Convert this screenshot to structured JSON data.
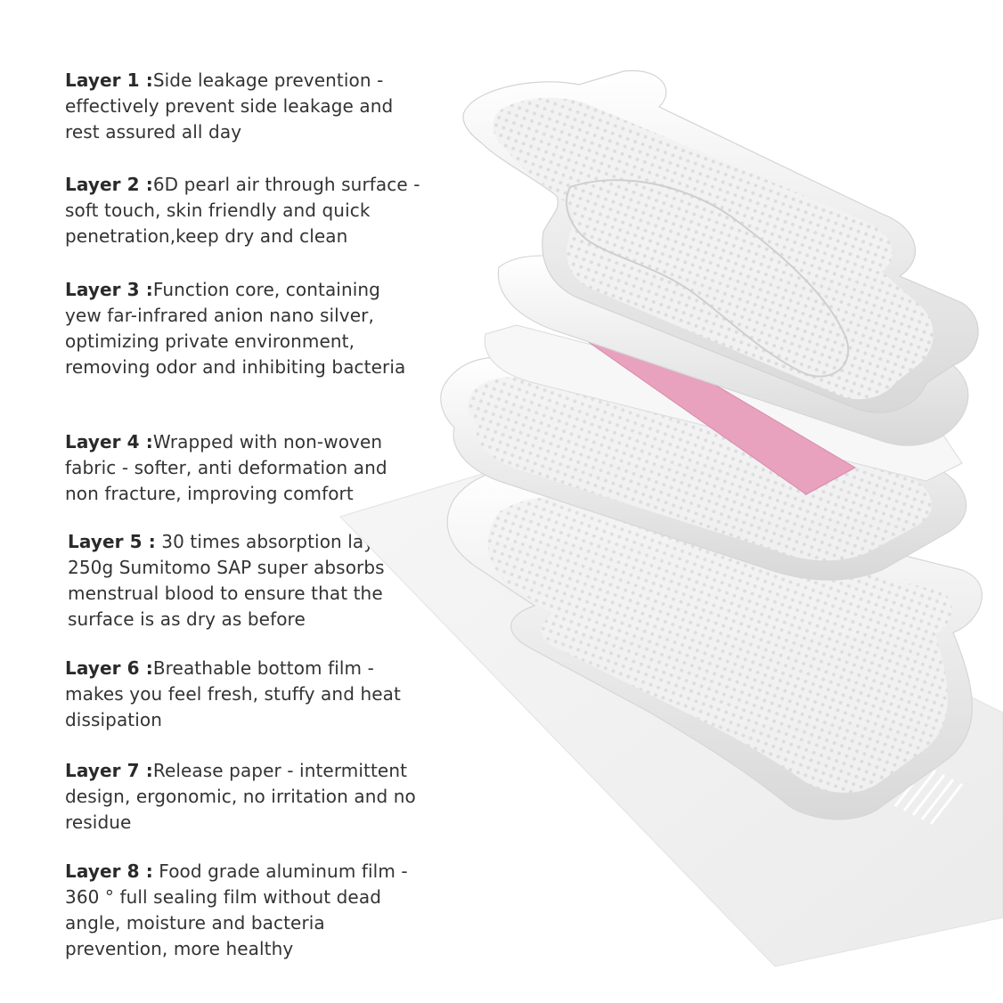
{
  "layers": [
    {
      "label": "Layer 1 :",
      "text": "Side leakage prevention - effectively prevent side leakage and rest assured all day"
    },
    {
      "label": "Layer 2 :",
      "text": "6D pearl air through surface - soft touch, skin friendly and quick penetration,keep dry and clean"
    },
    {
      "label": "Layer 3 :",
      "text": "Function core, containing yew far-infrared anion nano silver, optimizing private environment, removing odor and inhibiting bacteria"
    },
    {
      "label": "Layer 4 :",
      "text": "Wrapped with non-woven fabric - softer, anti deformation and non fracture, improving comfort"
    },
    {
      "label": "Layer 5 :",
      "text": " 30 times absorption layer - 250g Sumitomo SAP super absorbs menstrual blood to ensure that the surface is as dry as before"
    },
    {
      "label": "Layer 6 :",
      "text": "Breathable bottom film - makes you feel fresh, stuffy and heat dissipation"
    },
    {
      "label": "Layer 7 :",
      "text": "Release paper - intermittent design, ergonomic, no irritation and no residue"
    },
    {
      "label": "Layer 8 :",
      "text": " Food grade aluminum film - 360 ° full sealing film without dead angle, moisture and bacteria prevention, more healthy"
    }
  ],
  "colors": {
    "text": "#2f2f2f",
    "pad_white": "#f4f4f4",
    "pad_shadow": "#d9d9d9",
    "core_pink": "#e9a3bf"
  },
  "icons": [
    "pad-exploded-illustration"
  ]
}
